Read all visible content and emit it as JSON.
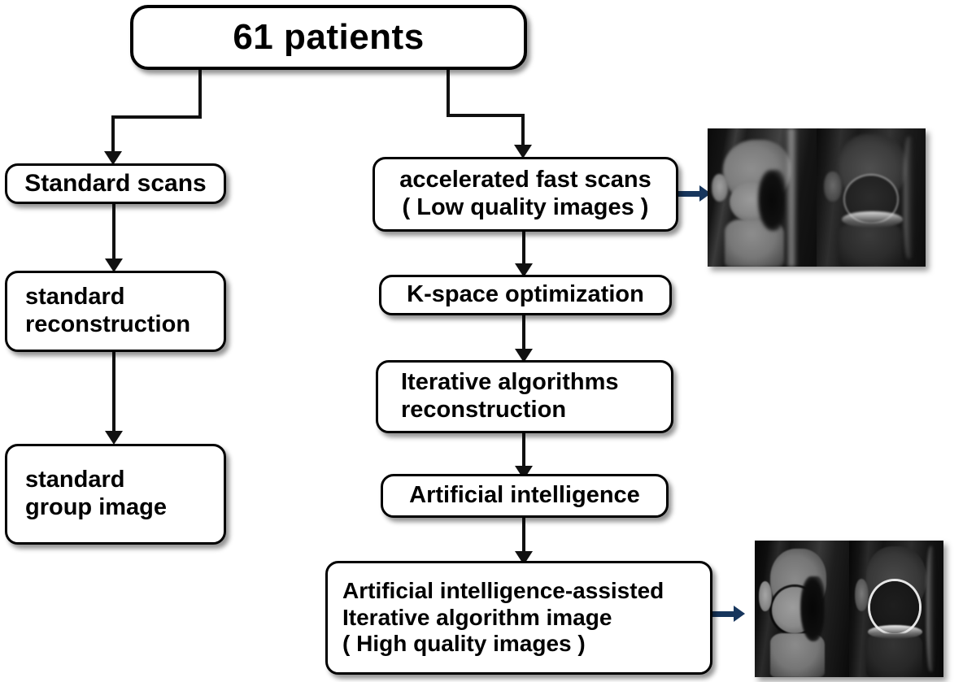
{
  "diagram": {
    "title_node": {
      "label": "61 patients"
    },
    "left_branch": {
      "nodes": [
        {
          "id": "standard-scans",
          "label": "Standard scans"
        },
        {
          "id": "standard-reconstruction",
          "label": "standard\nreconstruction"
        },
        {
          "id": "standard-group-image",
          "label": "standard\ngroup image"
        }
      ]
    },
    "right_branch": {
      "nodes": [
        {
          "id": "accelerated-fast-scans",
          "label": "accelerated fast scans\n( Low quality images )"
        },
        {
          "id": "k-space-optimization",
          "label": "K-space optimization"
        },
        {
          "id": "iterative-algorithms-reconstruction",
          "label": "Iterative algorithms\nreconstruction"
        },
        {
          "id": "artificial-intelligence",
          "label": "Artificial intelligence"
        },
        {
          "id": "ai-assisted-iterative-algorithm-image",
          "label": "Artificial intelligence-assisted\nIterative algorithm image\n( High quality images )"
        }
      ]
    },
    "images": [
      {
        "id": "low-quality-mri",
        "caption": ""
      },
      {
        "id": "high-quality-mri",
        "caption": ""
      }
    ],
    "colors": {
      "line": "#111111",
      "box_border": "#000000",
      "box_fill": "#ffffff",
      "arrow_blue": "#17365D",
      "background": "#ffffff"
    }
  }
}
